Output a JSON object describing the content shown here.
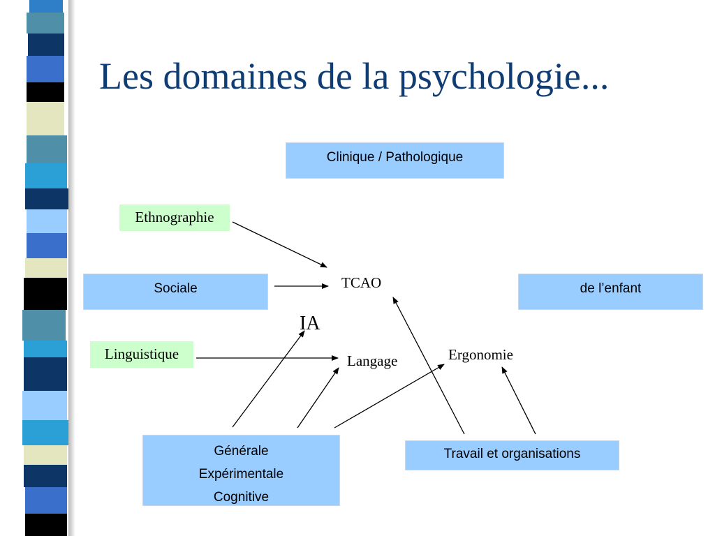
{
  "slide": {
    "title": "Les domaines de la psychologie..."
  },
  "boxes": {
    "clinique": "Clinique / Pathologique",
    "sociale": "Sociale",
    "enfant": "de l’enfant",
    "generale_lines": [
      "Générale",
      "Expérimentale",
      "Cognitive"
    ],
    "travail": "Travail et organisations"
  },
  "green_boxes": {
    "ethnographie": "Ethnographie",
    "linguistique": "Linguistique"
  },
  "labels": {
    "tcao": "TCAO",
    "ia": "IA",
    "langage": "Langage",
    "ergonomie": "Ergonomie"
  },
  "colors": {
    "title": "#0f3d73",
    "box_fill": "#99ccff",
    "green_fill": "#ccffcc"
  }
}
